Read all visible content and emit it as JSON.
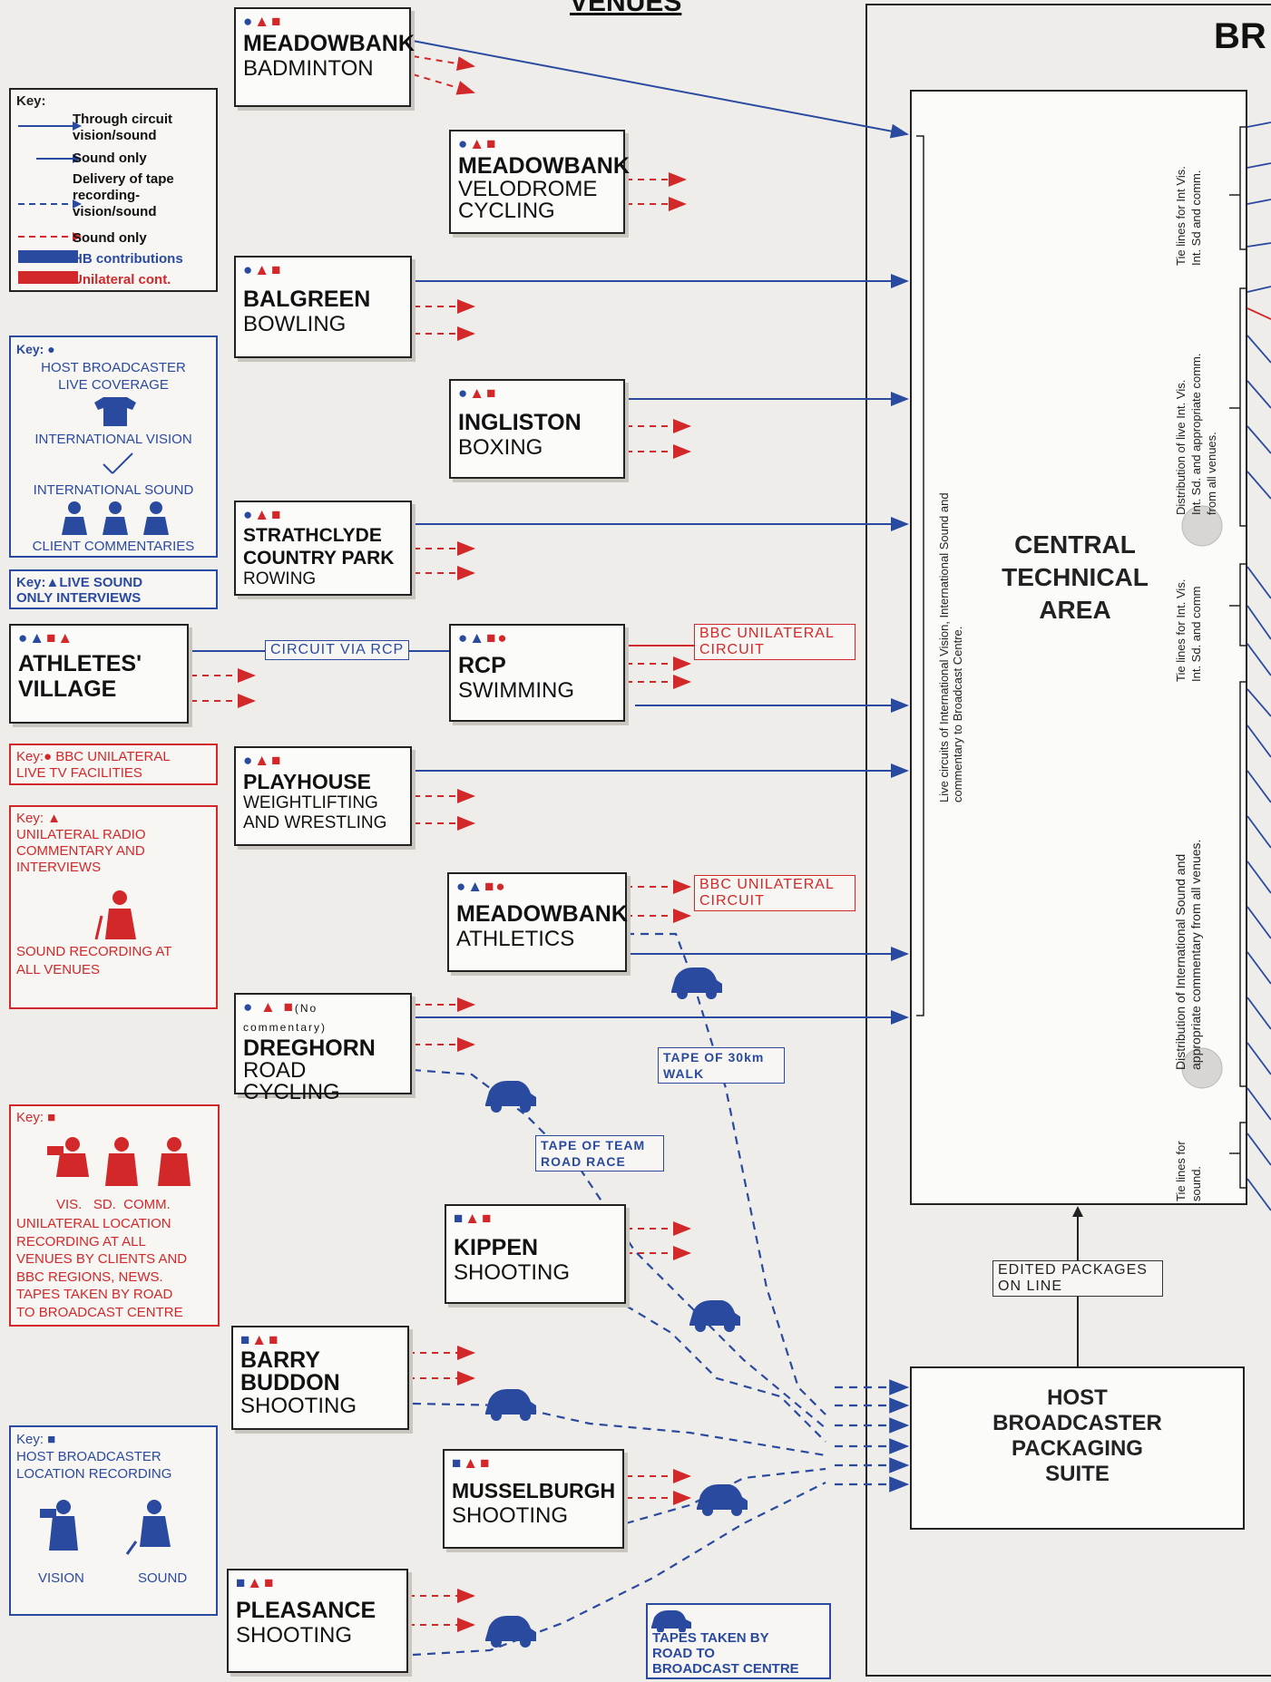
{
  "header": {
    "venues_title": "VENUES",
    "broadcast_title": "BR"
  },
  "key_main": {
    "title": "Key:",
    "items": [
      "Through circuit vision/sound",
      "Sound only",
      "Delivery of tape recording-vision/sound",
      "Sound only",
      "HB contributions",
      "Unilateral cont."
    ]
  },
  "key_host": {
    "title": "Key:",
    "line1": "HOST BROADCASTER",
    "line2": "LIVE   COVERAGE",
    "vision": "INTERNATIONAL VISION",
    "sound": "INTERNATIONAL SOUND",
    "client": "CLIENT COMMENTARIES"
  },
  "key_live_sound": {
    "text1": "Key:▲LIVE SOUND",
    "text2": "ONLY INTERVIEWS"
  },
  "key_bbc_live": {
    "text1": "Key:● BBC UNILATERAL",
    "text2": "LIVE TV FACILITIES"
  },
  "key_radio": {
    "title": "Key: ▲",
    "l1": "UNILATERAL RADIO",
    "l2": "COMMENTARY AND",
    "l3": "INTERVIEWS",
    "l4": "SOUND RECORDING AT",
    "l5": "ALL VENUES"
  },
  "key_unilateral_rec": {
    "title": "Key: ■",
    "captions": "VIS.   SD.  COMM.",
    "l1": "UNILATERAL LOCATION",
    "l2": "RECORDING AT ALL",
    "l3": "VENUES BY CLIENTS AND",
    "l4": "BBC  REGIONS, NEWS.",
    "l5": "TAPES TAKEN BY ROAD",
    "l6": "TO BROADCAST CENTRE"
  },
  "key_host_rec": {
    "title": "Key: ■",
    "l1": "HOST BROADCASTER",
    "l2": "LOCATION RECORDING",
    "vision": "VISION",
    "sound": "SOUND"
  },
  "venues": [
    {
      "name": "MEADOWBANK",
      "sport": "BADMINTON"
    },
    {
      "name": "MEADOWBANK",
      "sport": "VELODROME",
      "sport2": "CYCLING"
    },
    {
      "name": "BALGREEN",
      "sport": "BOWLING"
    },
    {
      "name": "INGLISTON",
      "sport": "BOXING"
    },
    {
      "name": "STRATHCLYDE",
      "name2": "COUNTRY PARK",
      "sport": "ROWING"
    },
    {
      "name": "ATHLETES'",
      "name2": "VILLAGE"
    },
    {
      "name": "RCP",
      "sport": "SWIMMING"
    },
    {
      "name": "PLAYHOUSE",
      "sport": "WEIGHTLIFTING",
      "sport2": "AND WRESTLING"
    },
    {
      "name": "MEADOWBANK",
      "sport": "ATHLETICS"
    },
    {
      "name": "DREGHORN",
      "sport": "ROAD",
      "sport2": "CYCLING",
      "note": "(No commentary)"
    },
    {
      "name": "KIPPEN",
      "sport": "SHOOTING"
    },
    {
      "name": "BARRY",
      "name2": "BUDDON",
      "sport": "SHOOTING"
    },
    {
      "name": "MUSSELBURGH",
      "sport": "SHOOTING"
    },
    {
      "name": "PLEASANCE",
      "sport": "SHOOTING"
    }
  ],
  "labels": {
    "circuit_via_rcp": "CIRCUIT  VIA  RCP",
    "bbc_unilateral_1": "BBC UNILATERAL",
    "bbc_unilateral_2": "CIRCUIT",
    "tape_30km_1": "TAPE OF 30km",
    "tape_30km_2": "WALK",
    "tape_team_1": "TAPE OF TEAM",
    "tape_team_2": "ROAD RACE",
    "edited_1": "EDITED PACKAGES",
    "edited_2": "ON LINE",
    "tapes_road_1": "TAPES TAKEN BY",
    "tapes_road_2": "ROAD TO",
    "tapes_road_3": "BROADCAST CENTRE"
  },
  "centre": {
    "cta_1": "CENTRAL",
    "cta_2": "TECHNICAL",
    "cta_3": "AREA",
    "live_circuits_1": "Live circuits of International Vision, International Sound and",
    "live_circuits_2": "commentary to Broadcast Centre.",
    "hbps_1": "HOST",
    "hbps_2": "BROADCASTER",
    "hbps_3": "PACKAGING",
    "hbps_4": "SUITE"
  },
  "tie_lines": {
    "t1a": "Tie lines for Int Vis.",
    "t1b": "Int. Sd and comm.",
    "t2a": "Distribution of live Int. Vis.",
    "t2b": "Int. Sd. and appropriate comm.",
    "t2c": "from all venues.",
    "t3a": "Tie lines for Int. Vis.",
    "t3b": "Int. Sd. and comm",
    "t4a": "Distribution  of  International  Sound  and",
    "t4b": "appropriate  commentary from all venues.",
    "t5a": "Tie  lines  for",
    "t5b": "sound."
  },
  "colors": {
    "blue": "#2a4aa0",
    "red": "#d3282a",
    "background": "#efedea"
  }
}
